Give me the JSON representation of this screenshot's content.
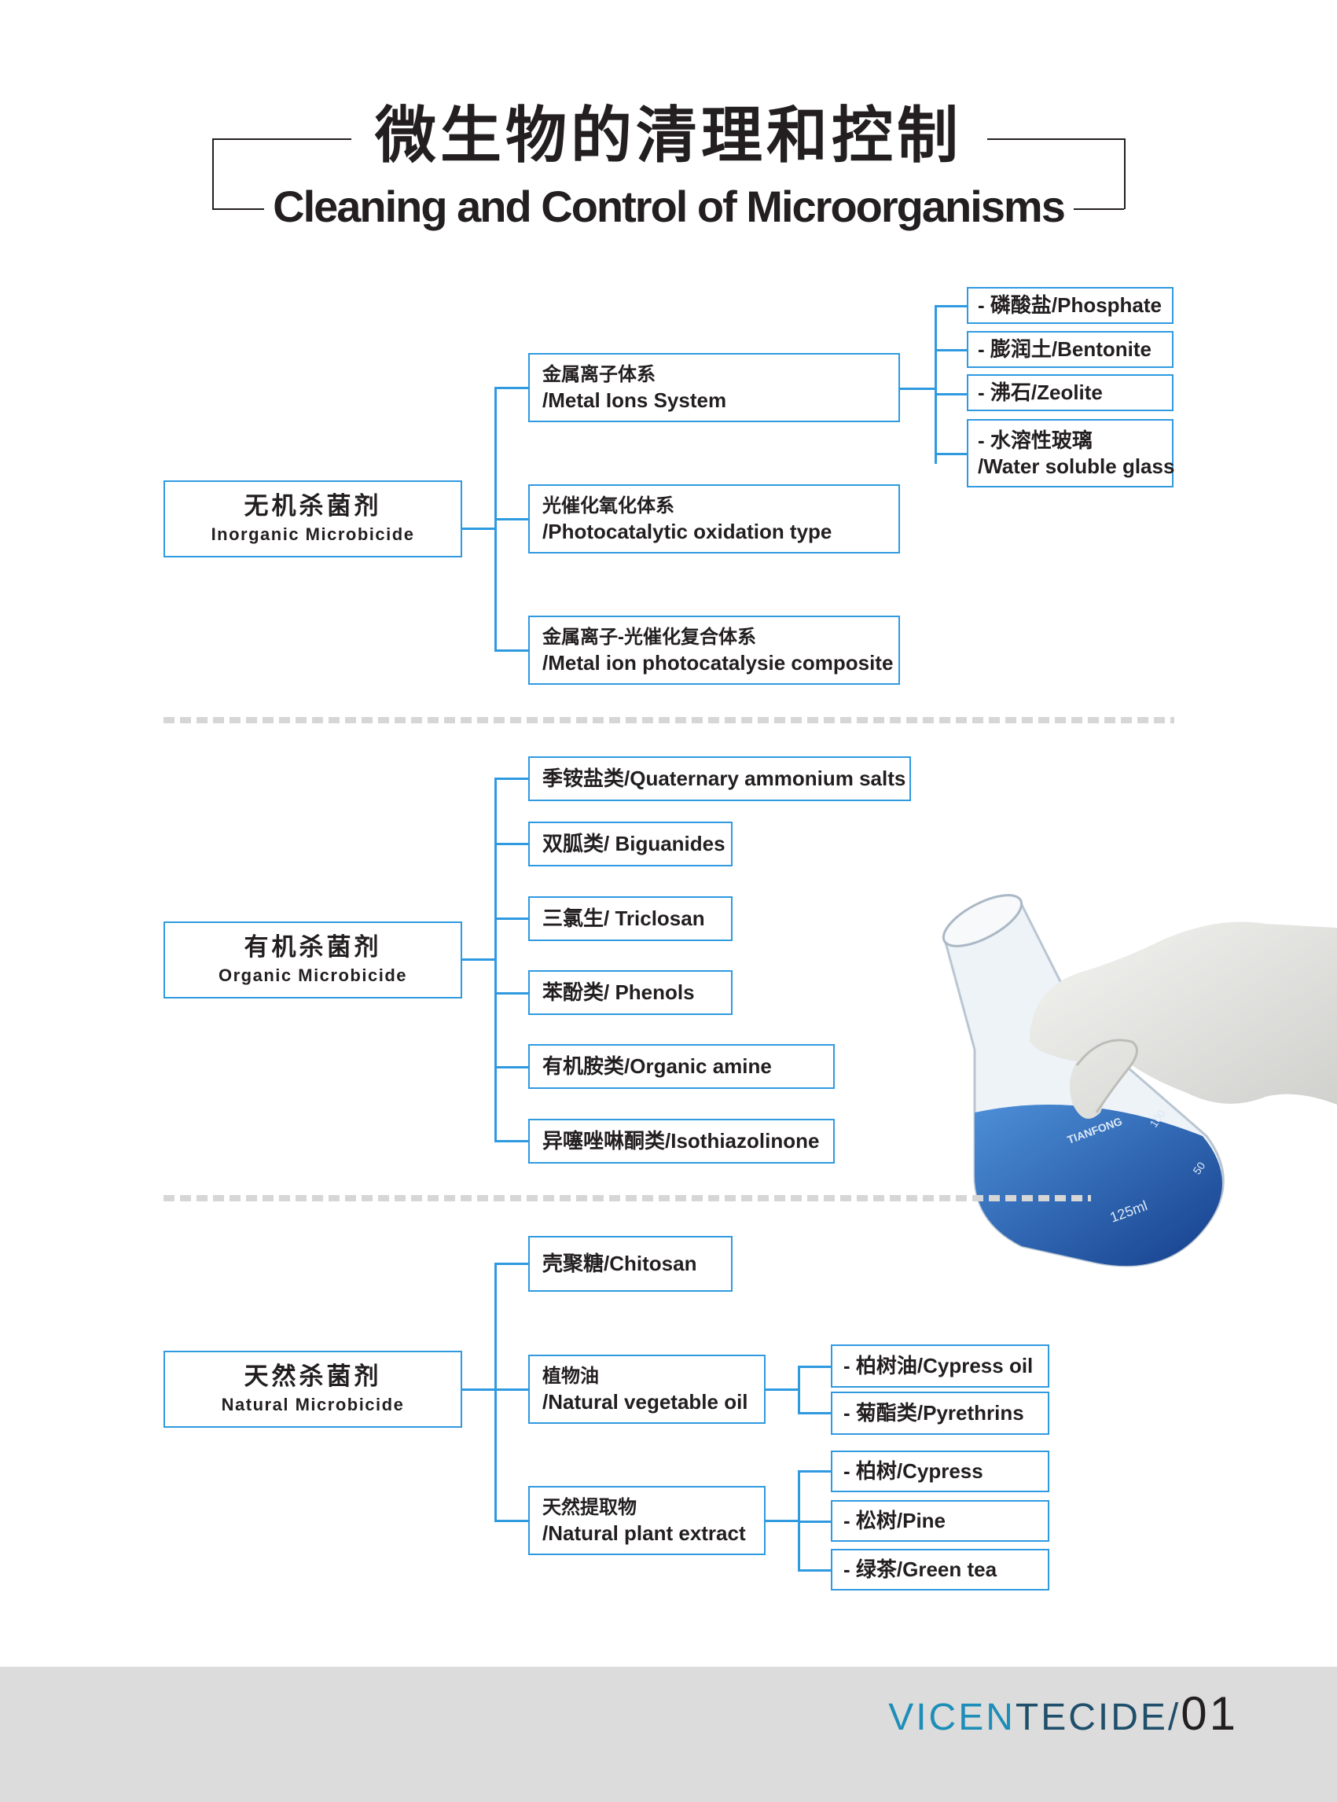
{
  "title": {
    "zh": "微生物的清理和控制",
    "en": "Cleaning and Control of Microorganisms"
  },
  "inorganic": {
    "zh": "无机杀菌剂",
    "en": "Inorganic Microbicide",
    "metal_ions": {
      "zh": "金属离子体系",
      "en": "/Metal Ions System"
    },
    "metal_ions_items": [
      "- 磷酸盐/Phosphate",
      "- 膨润土/Bentonite",
      "- 沸石/Zeolite"
    ],
    "glass": {
      "zh": "- 水溶性玻璃",
      "en": "/Water soluble glass"
    },
    "photo": {
      "zh": "光催化氧化体系",
      "en": "/Photocatalytic oxidation type"
    },
    "composite": {
      "zh": "金属离子-光催化复合体系",
      "en": "/Metal ion photocatalysie composite"
    }
  },
  "organic": {
    "zh": "有机杀菌剂",
    "en": "Organic Microbicide",
    "items": [
      "季铵盐类/Quaternary ammonium salts",
      "双胍类/ Biguanides",
      "三氯生/ Triclosan",
      "苯酚类/ Phenols",
      "有机胺类/Organic amine",
      "异噻唑啉酮类/Isothiazolinone"
    ]
  },
  "natural": {
    "zh": "天然杀菌剂",
    "en": "Natural Microbicide",
    "chitosan": "壳聚糖/Chitosan",
    "oil": {
      "zh": "植物油",
      "en": "/Natural vegetable oil"
    },
    "oil_items": [
      "- 柏树油/Cypress oil",
      "- 菊酯类/Pyrethrins"
    ],
    "extract": {
      "zh": "天然提取物",
      "en": "/Natural plant extract"
    },
    "extract_items": [
      "- 柏树/Cypress",
      "- 松树/Pine",
      "- 绿茶/Green tea"
    ]
  },
  "flask": {
    "brand": "TIANFONG",
    "volume": "125ml",
    "marks": [
      "100",
      "50"
    ]
  },
  "footer": {
    "brand_a": "VICEN",
    "brand_b": "TECIDE/",
    "page": "01"
  },
  "colors": {
    "box_border": "#2f9ae0",
    "connector": "#2f9ae0",
    "footer_bg": "#dcdcdc",
    "brand_a": "#1e8eb8",
    "brand_b": "#1f4f6a",
    "liquid": "#2a6fc4"
  }
}
